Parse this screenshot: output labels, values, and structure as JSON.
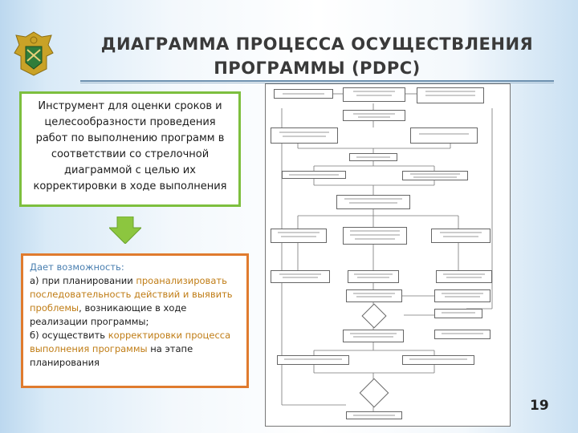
{
  "title": {
    "line1": "ДИАГРАММА ПРОЦЕССА ОСУЩЕСТВЛЕНИЯ",
    "line2": "ПРОГРАММЫ (PDPC)"
  },
  "tool_description": "Инструмент для оценки сроков и целесообразности проведения работ по выполнению программ в соответствии со стрелочной диаграммой с целью их корректировки в ходе выполнения",
  "opportunities": {
    "heading": "Дает возможность:",
    "a_prefix": "а) при планировании ",
    "a_highlight": "проанализировать последовательность действий и выявить проблемы",
    "a_suffix": ", возникающие в ходе реализации программы;",
    "b_prefix": "б) осуществить ",
    "b_highlight": "корректировки процесса выполнения программы",
    "b_suffix": " на этапе планирования"
  },
  "page_number": "19",
  "colors": {
    "green_border": "#7dbf3e",
    "orange_border": "#e07b2e",
    "heading_blue": "#4a7fb0",
    "highlight_orange": "#c07d16"
  }
}
